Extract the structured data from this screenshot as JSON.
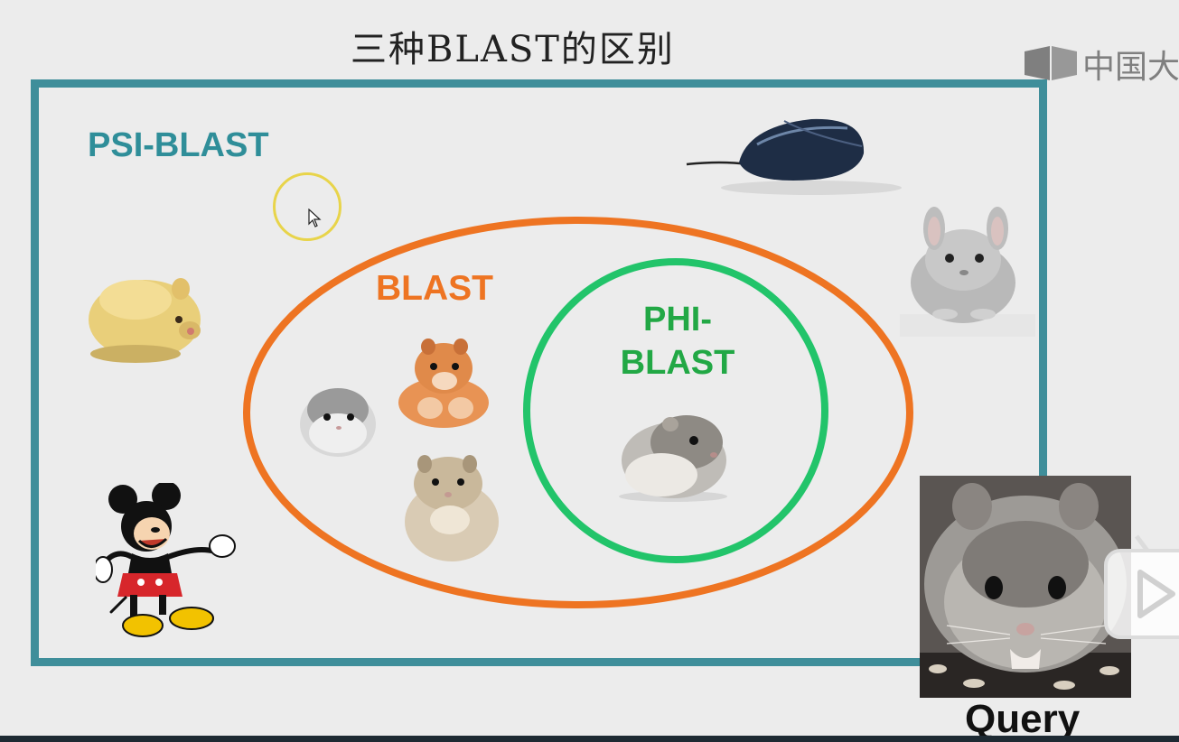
{
  "slide": {
    "title": "三种BLAST的区别",
    "watermark": "中国大",
    "labels": {
      "psi_blast": "PSI-BLAST",
      "blast": "BLAST",
      "phi_blast_line1": "PHI-",
      "phi_blast_line2": "BLAST",
      "query": "Query"
    }
  },
  "colors": {
    "frame": "#3f8e9a",
    "blast_ellipse": "#ee7422",
    "phi_circle": "#22c46a",
    "psi_text": "#2f8e99"
  },
  "icons": [
    "computer-mouse-icon",
    "chinchilla-icon",
    "plush-hamster-icon",
    "mickey-mouse-icon",
    "hamster-icon",
    "play-button-icon",
    "cursor-icon",
    "logo-icon"
  ]
}
